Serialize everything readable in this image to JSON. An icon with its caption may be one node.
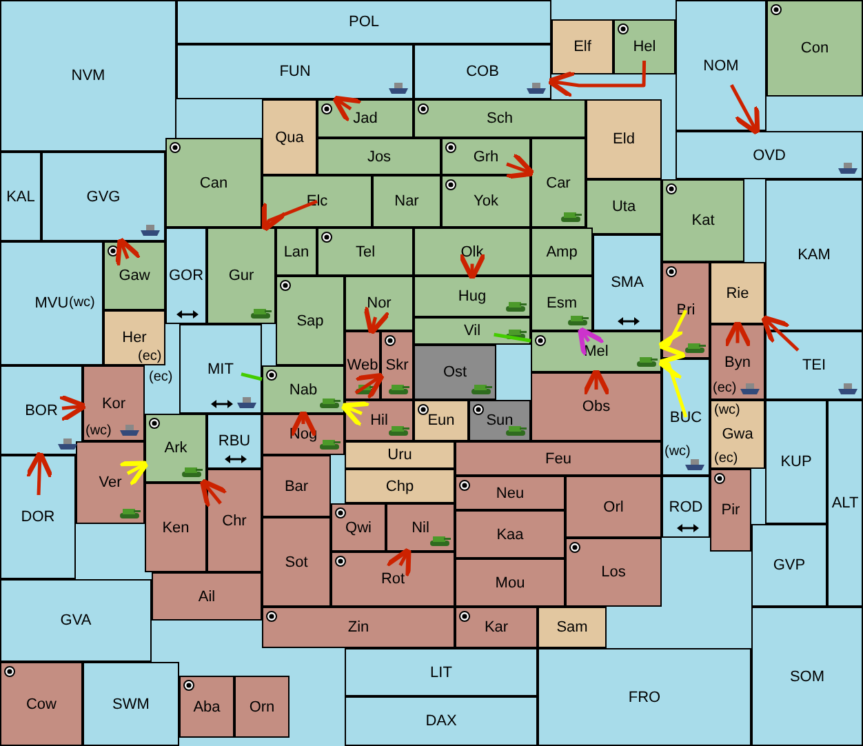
{
  "diagram": {
    "nodes": [
      {
        "text": [
          "POL"
        ]
      },
      {
        "text": [
          "Elf"
        ]
      },
      {
        "text": [
          "Hel"
        ]
      },
      {
        "text": [
          "Con"
        ]
      },
      {
        "text": [
          "NVM"
        ]
      },
      {
        "text": [
          "FUN"
        ]
      },
      {
        "text": [
          "COB"
        ]
      },
      {
        "text": [
          "NOM"
        ]
      },
      {
        "text": [
          "Jad"
        ]
      },
      {
        "text": [
          "Sch"
        ]
      },
      {
        "text": [
          "Qua"
        ]
      },
      {
        "text": [
          "OVD"
        ]
      },
      {
        "text": [
          "Eld"
        ]
      },
      {
        "text": [
          "Grh"
        ]
      },
      {
        "text": [
          "Jos"
        ]
      },
      {
        "text": [
          "Can"
        ]
      },
      {
        "text": [
          "Car"
        ]
      },
      {
        "text": [
          "GVG"
        ]
      },
      {
        "text": [
          "Elc"
        ]
      },
      {
        "text": [
          "Nar"
        ]
      },
      {
        "text": [
          "Yok"
        ]
      },
      {
        "text": [
          "Uta"
        ]
      },
      {
        "text": [
          "Kat"
        ]
      },
      {
        "text": [
          "KAL"
        ]
      },
      {
        "text": [
          "Tel"
        ]
      },
      {
        "text": [
          "Olk"
        ]
      },
      {
        "text": [
          "Amp"
        ]
      },
      {
        "text": [
          "GOR"
        ]
      },
      {
        "text": [
          "Gaw"
        ]
      },
      {
        "text": [
          "KAM"
        ]
      },
      {
        "text": [
          "Gur"
        ]
      },
      {
        "text": [
          "Lan"
        ]
      },
      {
        "text": [
          "Hug"
        ]
      },
      {
        "text": [
          "Rie"
        ]
      },
      {
        "text": [
          "SMA"
        ]
      },
      {
        "text": [
          "Bri"
        ]
      },
      {
        "text": [
          "Vil"
        ]
      },
      {
        "text": [
          "Esm"
        ]
      },
      {
        "text": [
          "Nor"
        ]
      },
      {
        "text": [
          "Sap"
        ]
      },
      {
        "text": [
          "MVU"
        ]
      },
      {
        "text": [
          "Her"
        ]
      },
      {
        "text": [
          "Skr"
        ]
      },
      {
        "text": [
          "Ost"
        ]
      },
      {
        "text": [
          "Mel"
        ]
      },
      {
        "text": [
          "TEI"
        ]
      },
      {
        "text": [
          "Web"
        ]
      },
      {
        "text": [
          "Byn"
        ]
      },
      {
        "text": [
          "MIT"
        ]
      },
      {
        "text": [
          "Kor"
        ]
      },
      {
        "text": [
          "BOR"
        ]
      },
      {
        "text": [
          "Nab"
        ]
      },
      {
        "text": [
          "Obs"
        ]
      },
      {
        "text": [
          "Hil"
        ]
      },
      {
        "text": [
          "Eun"
        ]
      },
      {
        "text": [
          "Sun"
        ]
      },
      {
        "text": [
          "BUC"
        ]
      },
      {
        "text": [
          "Gwa"
        ]
      },
      {
        "text": [
          "Nog"
        ]
      },
      {
        "text": [
          "Ark"
        ]
      },
      {
        "text": [
          "Uru"
        ]
      },
      {
        "text": [
          "Feu"
        ]
      },
      {
        "text": [
          "KUP"
        ]
      },
      {
        "text": [
          "RBU"
        ]
      },
      {
        "text": [
          "Chp"
        ]
      },
      {
        "text": [
          "Ver"
        ]
      },
      {
        "text": [
          "Bar"
        ]
      },
      {
        "text": [
          "Neu"
        ]
      },
      {
        "text": [
          "Pir"
        ]
      },
      {
        "text": [
          "ROD"
        ]
      },
      {
        "text": [
          "Orl"
        ]
      },
      {
        "text": [
          "ALT"
        ]
      },
      {
        "text": [
          "DOR"
        ]
      },
      {
        "text": [
          "Qwi"
        ]
      },
      {
        "text": [
          "Nil"
        ]
      },
      {
        "text": [
          "Ken"
        ]
      },
      {
        "text": [
          "Chr"
        ]
      },
      {
        "text": [
          "Kaa"
        ]
      },
      {
        "text": [
          "GVP"
        ]
      },
      {
        "text": [
          "Los"
        ]
      },
      {
        "text": [
          "Sot"
        ]
      },
      {
        "text": [
          "Rot"
        ]
      },
      {
        "text": [
          "Mou"
        ]
      },
      {
        "text": [
          "Ail"
        ]
      },
      {
        "text": [
          "GVA"
        ]
      },
      {
        "text": [
          "Zin"
        ]
      },
      {
        "text": [
          "Kar"
        ]
      },
      {
        "text": [
          "Sam"
        ]
      },
      {
        "text": [
          "FRO"
        ]
      },
      {
        "text": [
          "LIT"
        ]
      },
      {
        "text": [
          "SOM"
        ]
      },
      {
        "text": [
          "Cow"
        ]
      },
      {
        "text": [
          "SWM"
        ]
      },
      {
        "text": [
          "Aba"
        ]
      },
      {
        "text": [
          "Orn"
        ]
      },
      {
        "text": [
          "DAX"
        ]
      }
    ],
    "edges": [
      {
        "from": 8,
        "to": 5,
        "arrow": "to"
      },
      {
        "from": 2,
        "to": 6,
        "arrow": "to"
      },
      {
        "from": 7,
        "to": 11,
        "arrow": "to"
      },
      {
        "from": 13,
        "to": 16,
        "arrow": "to"
      },
      {
        "from": 18,
        "to": 30,
        "arrow": "to"
      },
      {
        "from": 28,
        "to": 17,
        "arrow": "to"
      },
      {
        "from": 72,
        "to": 50,
        "arrow": "to"
      },
      {
        "from": 50,
        "to": 49,
        "arrow": "to"
      },
      {
        "from": 76,
        "to": 59,
        "arrow": "to"
      },
      {
        "from": 65,
        "to": 59,
        "arrow": "to",
        "color": "#ffff00"
      },
      {
        "from": 48,
        "to": 51,
        "arrow": "none",
        "color": "#44cc00"
      },
      {
        "from": 58,
        "to": 51,
        "arrow": "to"
      },
      {
        "from": 53,
        "to": 51,
        "arrow": "to",
        "color": "#ffff00"
      },
      {
        "from": 38,
        "to": 46,
        "arrow": "to"
      },
      {
        "from": 46,
        "to": 42,
        "arrow": "to"
      },
      {
        "from": 25,
        "to": 32,
        "arrow": "to"
      },
      {
        "from": 36,
        "to": 44,
        "arrow": "none",
        "color": "#44cc00"
      },
      {
        "from": 44,
        "to": 37,
        "arrow": "to",
        "color": "#cc33cc"
      },
      {
        "from": 52,
        "to": 44,
        "arrow": "to"
      },
      {
        "from": 35,
        "to": 44,
        "arrow": "to",
        "color": "#ffff00"
      },
      {
        "from": 56,
        "to": 44,
        "arrow": "to",
        "color": "#ffff00"
      },
      {
        "from": 45,
        "to": 33,
        "arrow": "to"
      },
      {
        "from": 47,
        "to": 33,
        "arrow": "to"
      },
      {
        "from": 81,
        "to": 74,
        "arrow": "to"
      }
    ],
    "labels": [
      "(wc)",
      "(ec)",
      "(ec)",
      "(wc)",
      "(ec)",
      "(wc)",
      "(wc)",
      "(ec)"
    ]
  }
}
